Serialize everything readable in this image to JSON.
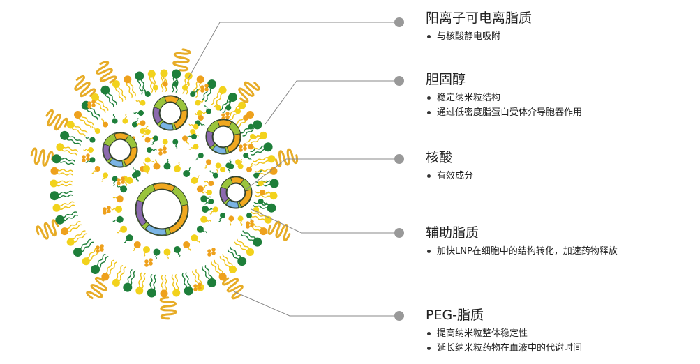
{
  "colors": {
    "head_green": "#1e7f3a",
    "head_yellow": "#f2d21c",
    "head_orange": "#eea11d",
    "tail": "#f0c419",
    "peg": "#e7ac27",
    "dna_outer": "#9ac43c",
    "seg_orange": "#f0a81f",
    "seg_blue": "#7ab4e4",
    "seg_purple": "#8c6aae",
    "leader_line": "#888888",
    "leader_dot": "#999999"
  },
  "labels": [
    {
      "title": "阳离子可电离脂质",
      "bullets": [
        "与核酸静电吸附"
      ]
    },
    {
      "title": "胆固醇",
      "bullets": [
        "稳定纳米粒结构",
        "通过低密度脂蛋白受体介导胞吞作用"
      ]
    },
    {
      "title": "核酸",
      "bullets": [
        "有效成分"
      ]
    },
    {
      "title": "辅助脂质",
      "bullets": [
        "加快LNP在细胞中的结构转化，加速药物释放"
      ]
    },
    {
      "title": "PEG-脂质",
      "bullets": [
        "提高纳米粒整体稳定性",
        "延长纳米粒药物在血液中的代谢时间"
      ]
    }
  ]
}
